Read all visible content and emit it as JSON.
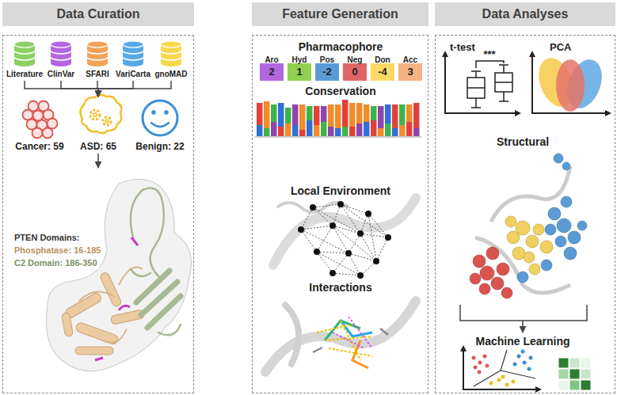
{
  "diagram": {
    "nodes": [
      {
        "text": [
          "Data Curation"
        ]
      },
      {
        "text": [
          "Literature"
        ],
        "in": 0
      },
      {
        "text": [
          "ClinVar"
        ],
        "in": 0
      },
      {
        "text": [
          "SFARI"
        ],
        "in": 0
      },
      {
        "text": [
          "VariCarta"
        ],
        "in": 0
      },
      {
        "text": [
          "gnoMAD"
        ],
        "in": 0
      },
      {
        "text": [
          "Cancer: 59"
        ],
        "in": 0
      },
      {
        "text": [
          "ASD: 65"
        ],
        "in": 0
      },
      {
        "text": [
          "Benign: 22"
        ],
        "in": 0
      },
      {
        "text": [
          "PTEN Domains:",
          "Phosphatase: 16-185",
          "C2 Domain: 186-350"
        ],
        "in": 0
      },
      {
        "text": [
          "Feature Generation"
        ]
      },
      {
        "text": [
          "Pharmacophore"
        ],
        "in": 10
      },
      {
        "text": [
          "Aro",
          "2"
        ],
        "in": 11
      },
      {
        "text": [
          "Hyd",
          "1"
        ],
        "in": 11
      },
      {
        "text": [
          "Pos",
          "-2"
        ],
        "in": 11
      },
      {
        "text": [
          "Neg",
          "0"
        ],
        "in": 11
      },
      {
        "text": [
          "Don",
          "-4"
        ],
        "in": 11
      },
      {
        "text": [
          "Acc",
          "3"
        ],
        "in": 11
      },
      {
        "text": [
          "Conservation"
        ],
        "in": 10
      },
      {
        "text": [
          "Local Environment"
        ],
        "in": 10
      },
      {
        "text": [
          "Interactions"
        ],
        "in": 10
      },
      {
        "text": [
          "Data Analyses"
        ]
      },
      {
        "text": [
          "t-test"
        ],
        "in": 21
      },
      {
        "text": [
          "PCA"
        ],
        "in": 21
      },
      {
        "text": [
          "Structural"
        ],
        "in": 21
      },
      {
        "text": [
          "Machine Learning"
        ],
        "in": 21
      }
    ],
    "edges": [
      {
        "from": 1,
        "to": 7,
        "arrow": "to"
      },
      {
        "from": 2,
        "to": 7,
        "arrow": "to"
      },
      {
        "from": 3,
        "to": 7,
        "arrow": "to"
      },
      {
        "from": 4,
        "to": 7,
        "arrow": "to"
      },
      {
        "from": 5,
        "to": 7,
        "arrow": "to"
      },
      {
        "from": 7,
        "to": 9,
        "arrow": "to"
      },
      {
        "from": 24,
        "to": 25,
        "arrow": "to"
      }
    ],
    "labels": [
      "***"
    ]
  }
}
